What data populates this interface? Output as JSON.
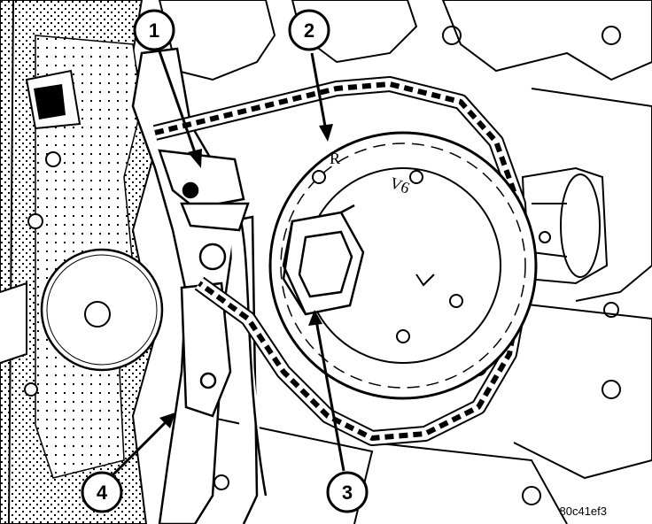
{
  "callouts": [
    {
      "id": "1",
      "label": "1"
    },
    {
      "id": "2",
      "label": "2"
    },
    {
      "id": "3",
      "label": "3"
    },
    {
      "id": "4",
      "label": "4"
    }
  ],
  "sprocket_marks": [
    "R",
    "V6"
  ],
  "figure_code": "80c41ef3"
}
